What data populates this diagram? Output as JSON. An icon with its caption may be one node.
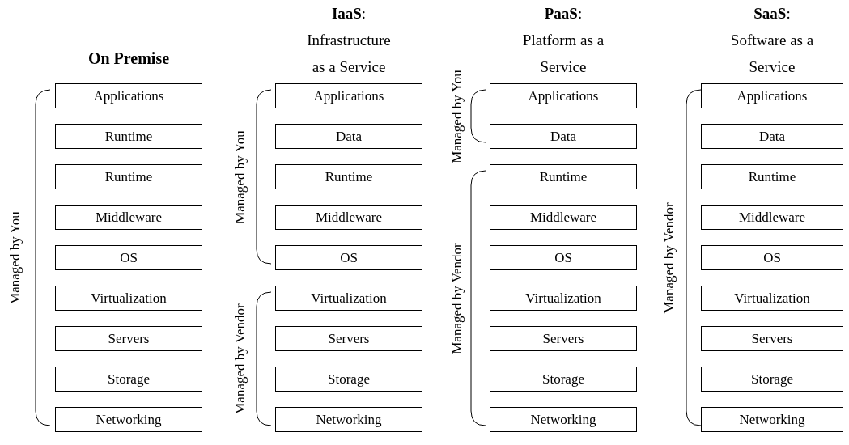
{
  "diagram": {
    "nodes": [
      {
        "text": [
          "Applications"
        ]
      },
      {
        "text": [
          "Runtime"
        ]
      },
      {
        "text": [
          "Runtime"
        ]
      },
      {
        "text": [
          "Middleware"
        ]
      },
      {
        "text": [
          "OS"
        ]
      },
      {
        "text": [
          "Virtualization"
        ]
      },
      {
        "text": [
          "Servers"
        ]
      },
      {
        "text": [
          "Storage"
        ]
      },
      {
        "text": [
          "Networking"
        ]
      },
      {
        "text": [
          "Applications"
        ]
      },
      {
        "text": [
          "Data"
        ]
      },
      {
        "text": [
          "Runtime"
        ]
      },
      {
        "text": [
          "Middleware"
        ]
      },
      {
        "text": [
          "OS"
        ]
      },
      {
        "text": [
          "Virtualization"
        ]
      },
      {
        "text": [
          "Servers"
        ]
      },
      {
        "text": [
          "Storage"
        ]
      },
      {
        "text": [
          "Networking"
        ]
      },
      {
        "text": [
          "Applications"
        ]
      },
      {
        "text": [
          "Data"
        ]
      },
      {
        "text": [
          "Runtime"
        ]
      },
      {
        "text": [
          "Middleware"
        ]
      },
      {
        "text": [
          "OS"
        ]
      },
      {
        "text": [
          "Virtualization"
        ]
      },
      {
        "text": [
          "Servers"
        ]
      },
      {
        "text": [
          "Storage"
        ]
      },
      {
        "text": [
          "Networking"
        ]
      },
      {
        "text": [
          "Applications"
        ]
      },
      {
        "text": [
          "Data"
        ]
      },
      {
        "text": [
          "Runtime"
        ]
      },
      {
        "text": [
          "Middleware"
        ]
      },
      {
        "text": [
          "OS"
        ]
      },
      {
        "text": [
          "Virtualization"
        ]
      },
      {
        "text": [
          "Servers"
        ]
      },
      {
        "text": [
          "Storage"
        ]
      },
      {
        "text": [
          "Networking"
        ]
      }
    ],
    "labels": [
      "On Premise",
      "**IaaS**: Infrastructure as a Service",
      "**PaaS**: Platform as a Service",
      "**SaaS**: Software as a Service",
      "Managed by You",
      "Managed by You",
      "Managed by Vendor",
      "Managed by You",
      "Managed by Vendor",
      "Managed by Vendor"
    ]
  }
}
